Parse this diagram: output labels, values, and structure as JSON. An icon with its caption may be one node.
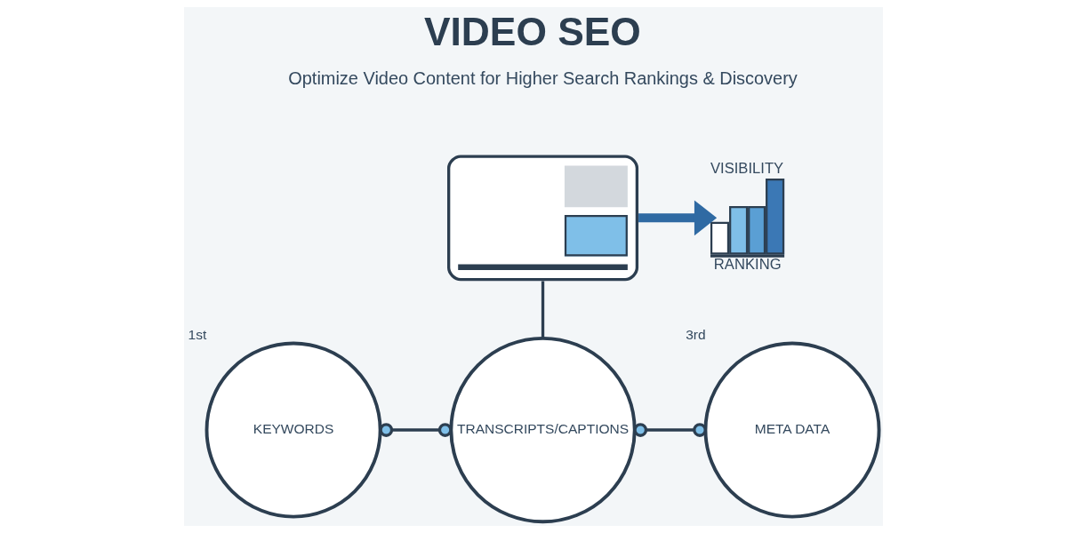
{
  "diagram": {
    "title": "VIDEO SEO",
    "nodes": [
      {
        "text": [],
        "shape": "picture"
      },
      {
        "text": [
          "VISIBILITY",
          "RANKING"
        ]
      },
      {
        "text": [
          "KEYWORDS"
        ],
        "beside": [
          "1st"
        ]
      },
      {
        "text": [
          "TRANSCRIPTS/CAPTIONS"
        ]
      },
      {
        "text": [
          "META DATA"
        ],
        "beside": [
          "3rd"
        ]
      }
    ],
    "edges": [
      {
        "from": 0,
        "to": 1,
        "arrow": "to",
        "style": "thick",
        "color": "#2f6aa3"
      },
      {
        "from": 0,
        "to": 3,
        "arrow": "none"
      },
      {
        "from": 2,
        "to": 3,
        "arrow": "other"
      },
      {
        "from": 3,
        "to": 4,
        "arrow": "other"
      }
    ],
    "labels": [
      "Optimize Video Content for Higher Search Rankings & Discovery"
    ]
  }
}
